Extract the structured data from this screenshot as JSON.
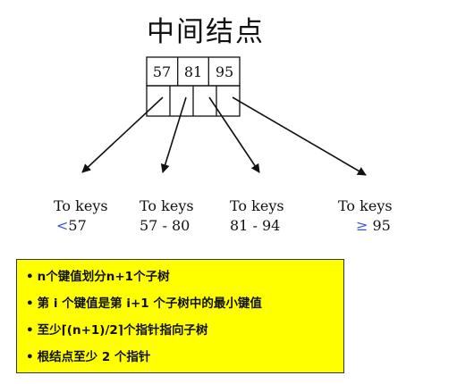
{
  "title": "中间结点",
  "node": {
    "keys": [
      "57",
      "81",
      "95"
    ]
  },
  "destinations": [
    {
      "heading": "To keys",
      "symbol": "<",
      "range": "57"
    },
    {
      "heading": "To keys",
      "range": "57 - 80"
    },
    {
      "heading": "To keys",
      "range": "81 - 94"
    },
    {
      "heading": "To keys",
      "symbol": "≥",
      "range": "95"
    }
  ],
  "notes": [
    "n个键值划分n+1个子树",
    "第 i 个键值是第 i+1 个子树中的最小键值",
    "至少⌈(n+1)/2⌉个指针指向子树",
    "根结点至少 2 个指针"
  ],
  "colors": {
    "note_background": "#ffff00",
    "comparison_symbol": "#3a4fd6"
  }
}
